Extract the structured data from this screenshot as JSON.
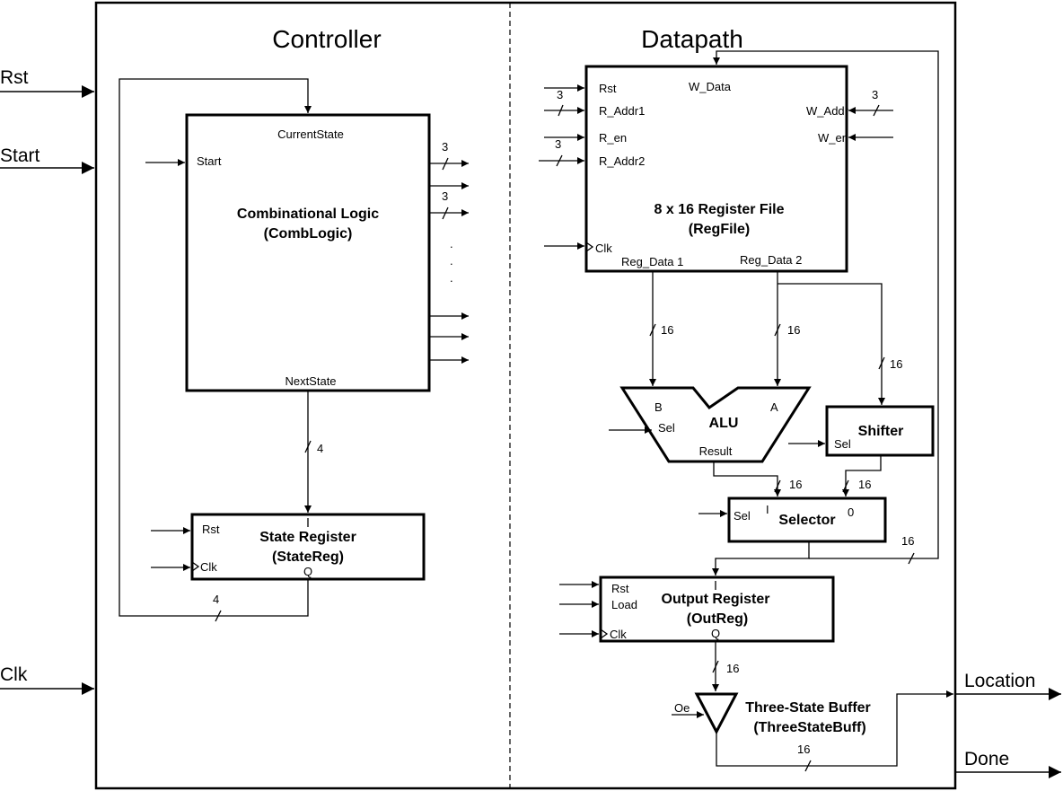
{
  "sections": {
    "controller": "Controller",
    "datapath": "Datapath"
  },
  "io": {
    "rst": "Rst",
    "start": "Start",
    "clk": "Clk",
    "location": "Location",
    "done": "Done"
  },
  "comb_logic": {
    "title_line1": "Combinational Logic",
    "title_line2": "(CombLogic)",
    "current_state": "CurrentState",
    "start_pin": "Start",
    "next_state": "NextState",
    "bus_width_1": "3",
    "bus_width_2": "3",
    "dots": ". . ."
  },
  "state_reg": {
    "title_line1": "State Register",
    "title_line2": "(StateReg)",
    "rst_pin": "Rst",
    "clk_pin": "Clk",
    "q_pin": "Q",
    "in_width": "4",
    "fb_width": "4"
  },
  "regfile": {
    "title_line1": "8 x 16 Register File",
    "title_line2": "(RegFile)",
    "rst_pin": "Rst",
    "w_data": "W_Data",
    "r_addr1": "R_Addr1",
    "r_en": "R_en",
    "r_addr2": "R_Addr2",
    "w_addr": "W_Addr",
    "w_en": "W_en",
    "clk_pin": "Clk",
    "reg_data1": "Reg_Data 1",
    "reg_data2": "Reg_Data 2",
    "w1": "3",
    "w2": "3",
    "w3": "3",
    "bus1": "16",
    "bus2": "16",
    "bus3": "16"
  },
  "alu": {
    "title": "ALU",
    "b_pin": "B",
    "a_pin": "A",
    "sel_pin": "Sel",
    "result_pin": "Result",
    "out_width": "16"
  },
  "shifter": {
    "title": "Shifter",
    "sel_pin": "Sel",
    "out_width": "16"
  },
  "selector": {
    "title": "Selector",
    "sel_pin": "Sel",
    "in1": "I",
    "in0": "0",
    "out_width": "16"
  },
  "out_reg": {
    "title_line1": "Output Register",
    "title_line2": "(OutReg)",
    "rst_pin": "Rst",
    "load_pin": "Load",
    "clk_pin": "Clk",
    "q_pin": "Q",
    "out_width": "16"
  },
  "buffer": {
    "title_line1": "Three-State Buffer",
    "title_line2": "(ThreeStateBuff)",
    "oe_pin": "Oe",
    "out_width": "16"
  }
}
